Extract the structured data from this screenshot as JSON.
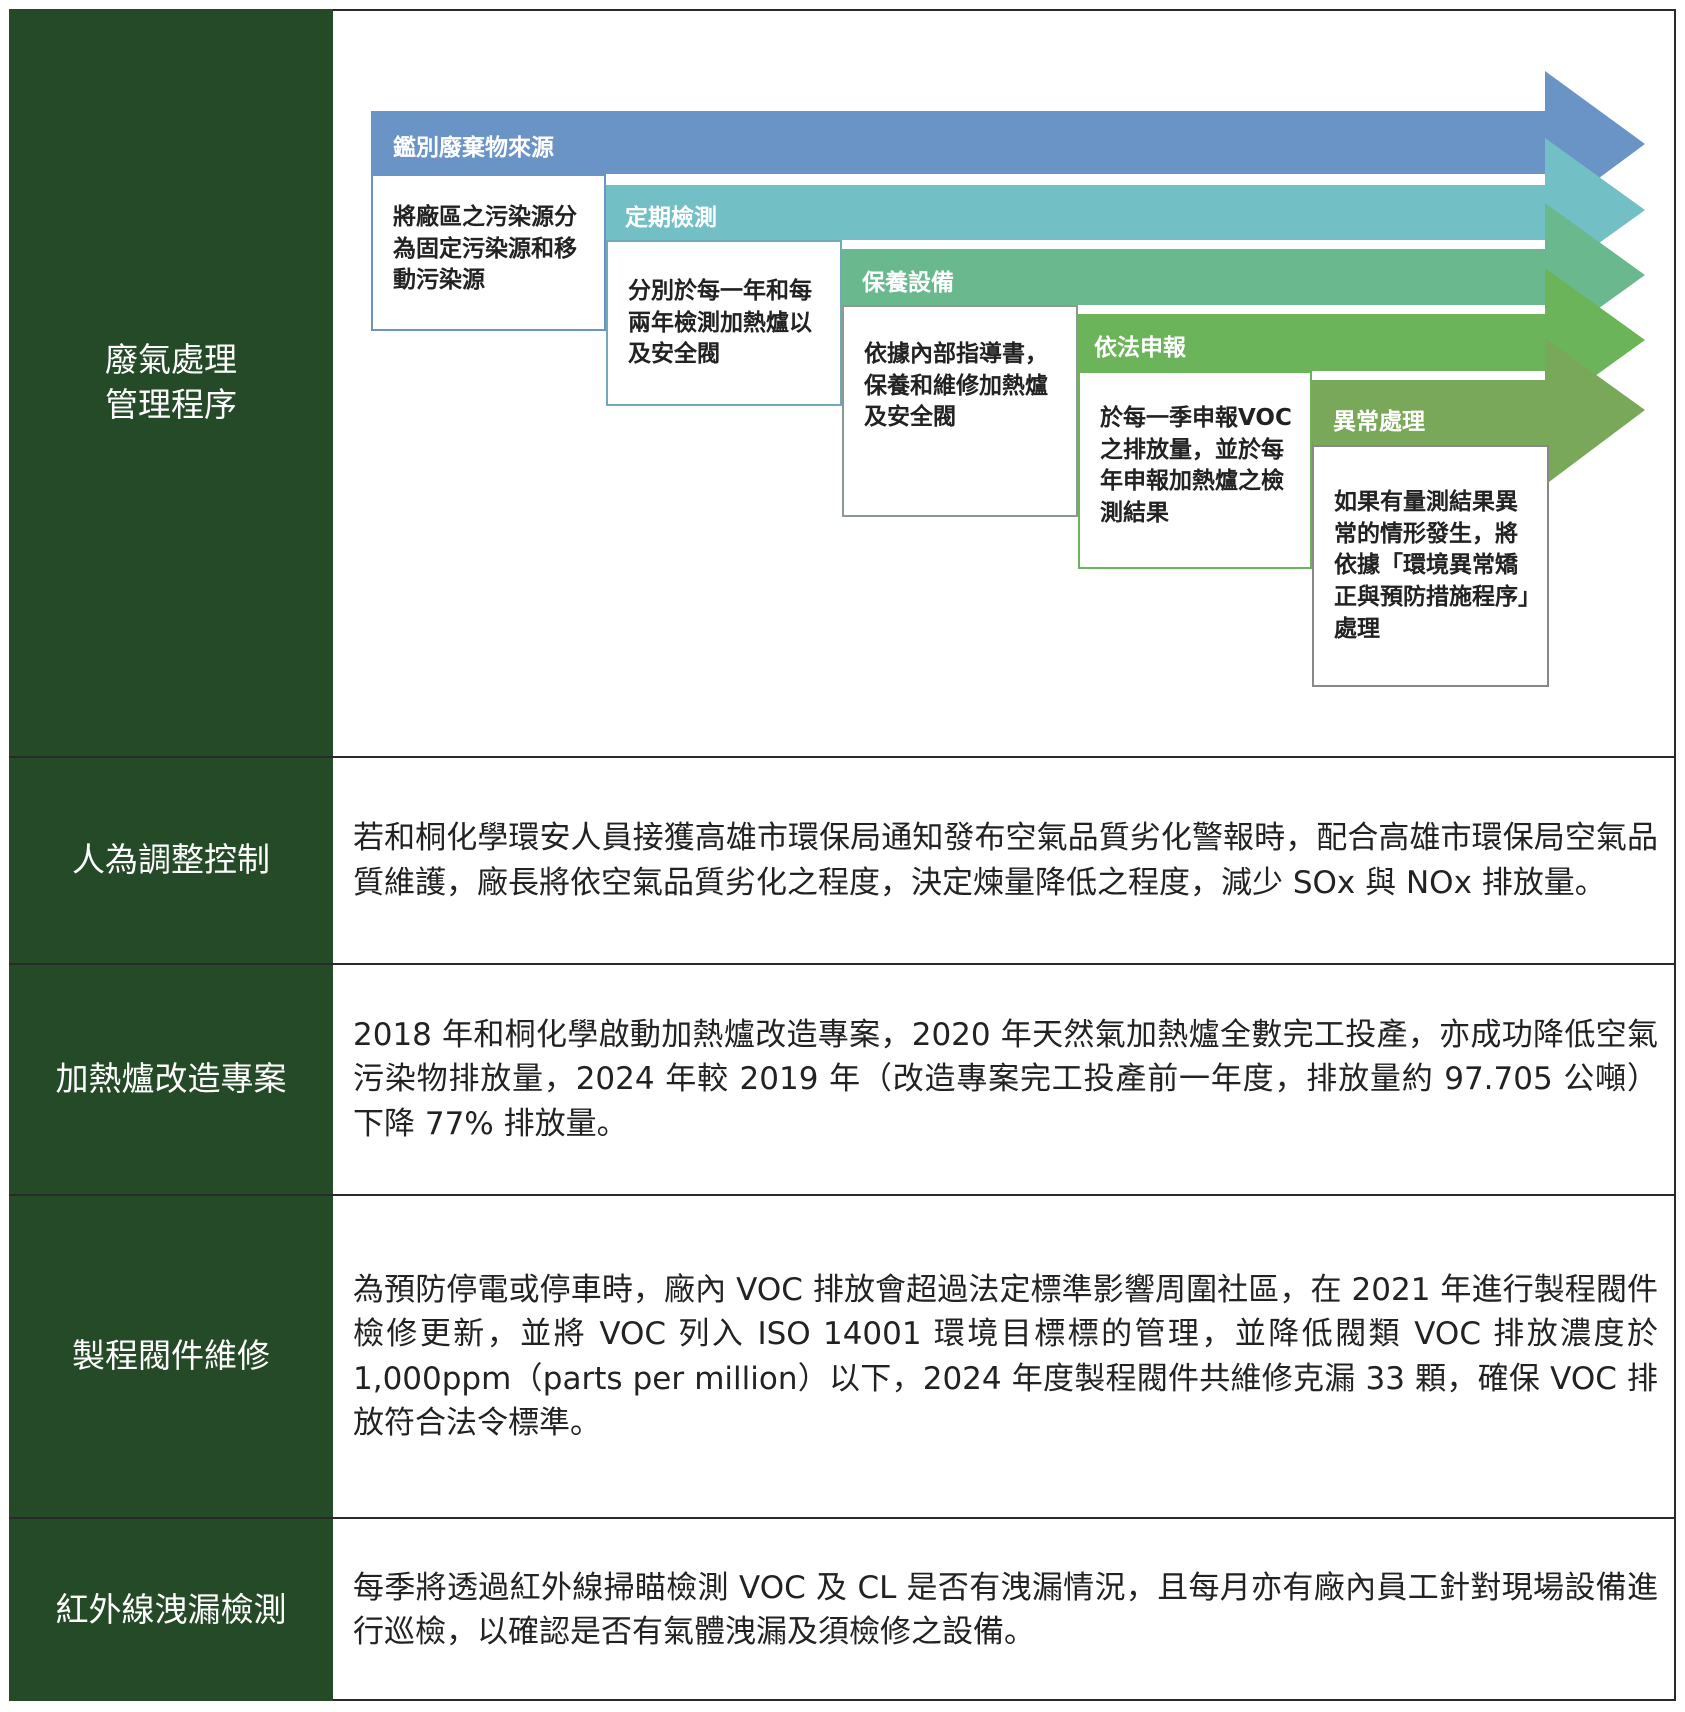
{
  "rows": [
    {
      "label": "廢氣處理\n管理程序"
    },
    {
      "label": "人為調整控制",
      "text": "若和桐化學環安人員接獲高雄市環保局通知發布空氣品質劣化警報時，配合高雄市環保局空氣品質維護，廠長將依空氣品質劣化之程度，決定煉量降低之程度，減少 SOx 與 NOx 排放量。"
    },
    {
      "label": "加熱爐改造專案",
      "text": "2018 年和桐化學啟動加熱爐改造專案，2020 年天然氣加熱爐全數完工投產，亦成功降低空氣污染物排放量，2024 年較 2019 年（改造專案完工投產前一年度，排放量約 97.705 公噸）下降 77% 排放量。"
    },
    {
      "label": "製程閥件維修",
      "text": "為預防停電或停車時，廠內 VOC 排放會超過法定標準影響周圍社區，在 2021 年進行製程閥件檢修更新，並將 VOC 列入 ISO 14001 環境目標標的管理，並降低閥類 VOC 排放濃度於 1,000ppm（parts per million）以下，2024 年度製程閥件共維修克漏 33 顆，確保 VOC 排放符合法令標準。"
    },
    {
      "label": "紅外線洩漏檢測",
      "text": "每季將透過紅外線掃瞄檢測 VOC 及 CL 是否有洩漏情況，且每月亦有廠內員工針對現場設備進行巡檢，以確認是否有氣體洩漏及須檢修之設備。"
    }
  ],
  "steps": [
    {
      "title": "鑑別廢棄物來源",
      "desc": "將廠區之污染源分為固定污染源和移動污染源",
      "color": "#6a93c6"
    },
    {
      "title": "定期檢測",
      "desc": "分別於每一年和每兩年檢測加熱爐以及安全閥",
      "color": "#72c0c6"
    },
    {
      "title": "保養設備",
      "desc": "依據內部指導書，保養和維修加熱爐及安全閥",
      "color": "#6ab98e"
    },
    {
      "title": "依法申報",
      "desc": "於每一季申報VOC之排放量，並於每年申報加熱爐之檢測結果",
      "color": "#6cb45a"
    },
    {
      "title": "異常處理",
      "desc": "如果有量測結果異常的情形發生，將依據「環境異常矯正與預防措施程序」處理",
      "color": "#7aa85a"
    }
  ],
  "colors": {
    "label_bg": "#244a27"
  }
}
